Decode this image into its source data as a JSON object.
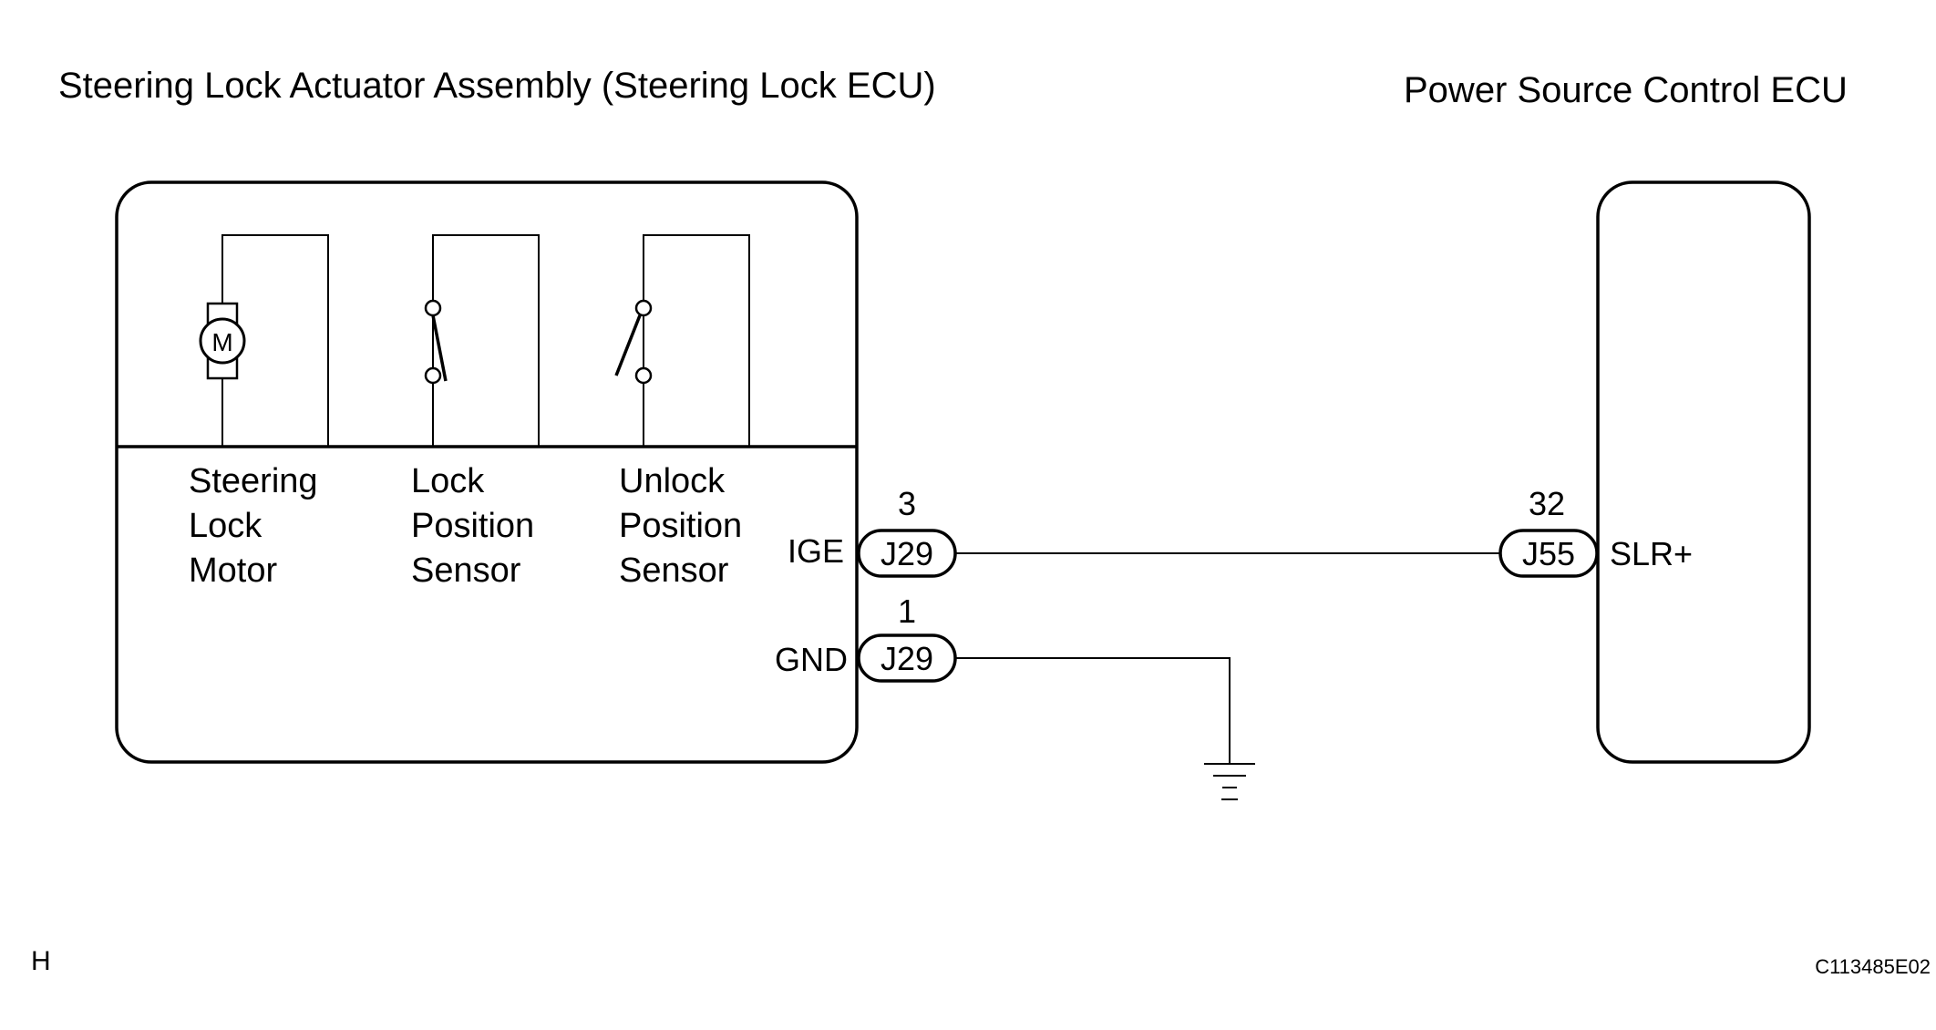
{
  "titles": {
    "left": "Steering Lock Actuator Assembly (Steering Lock ECU)",
    "right": "Power Source Control ECU"
  },
  "components": {
    "motor": {
      "symbol": "M",
      "lines": [
        "Steering",
        "Lock",
        "Motor"
      ]
    },
    "lock_sensor": {
      "lines": [
        "Lock",
        "Position",
        "Sensor"
      ]
    },
    "unlock_sensor": {
      "lines": [
        "Unlock",
        "Position",
        "Sensor"
      ]
    }
  },
  "terminals": {
    "ige": {
      "name": "IGE",
      "pin": "3",
      "connector": "J29"
    },
    "gnd": {
      "name": "GND",
      "pin": "1",
      "connector": "J29"
    },
    "slr": {
      "name": "SLR+",
      "pin": "32",
      "connector": "J55"
    }
  },
  "footer": {
    "left": "H",
    "right": "C113485E02"
  }
}
